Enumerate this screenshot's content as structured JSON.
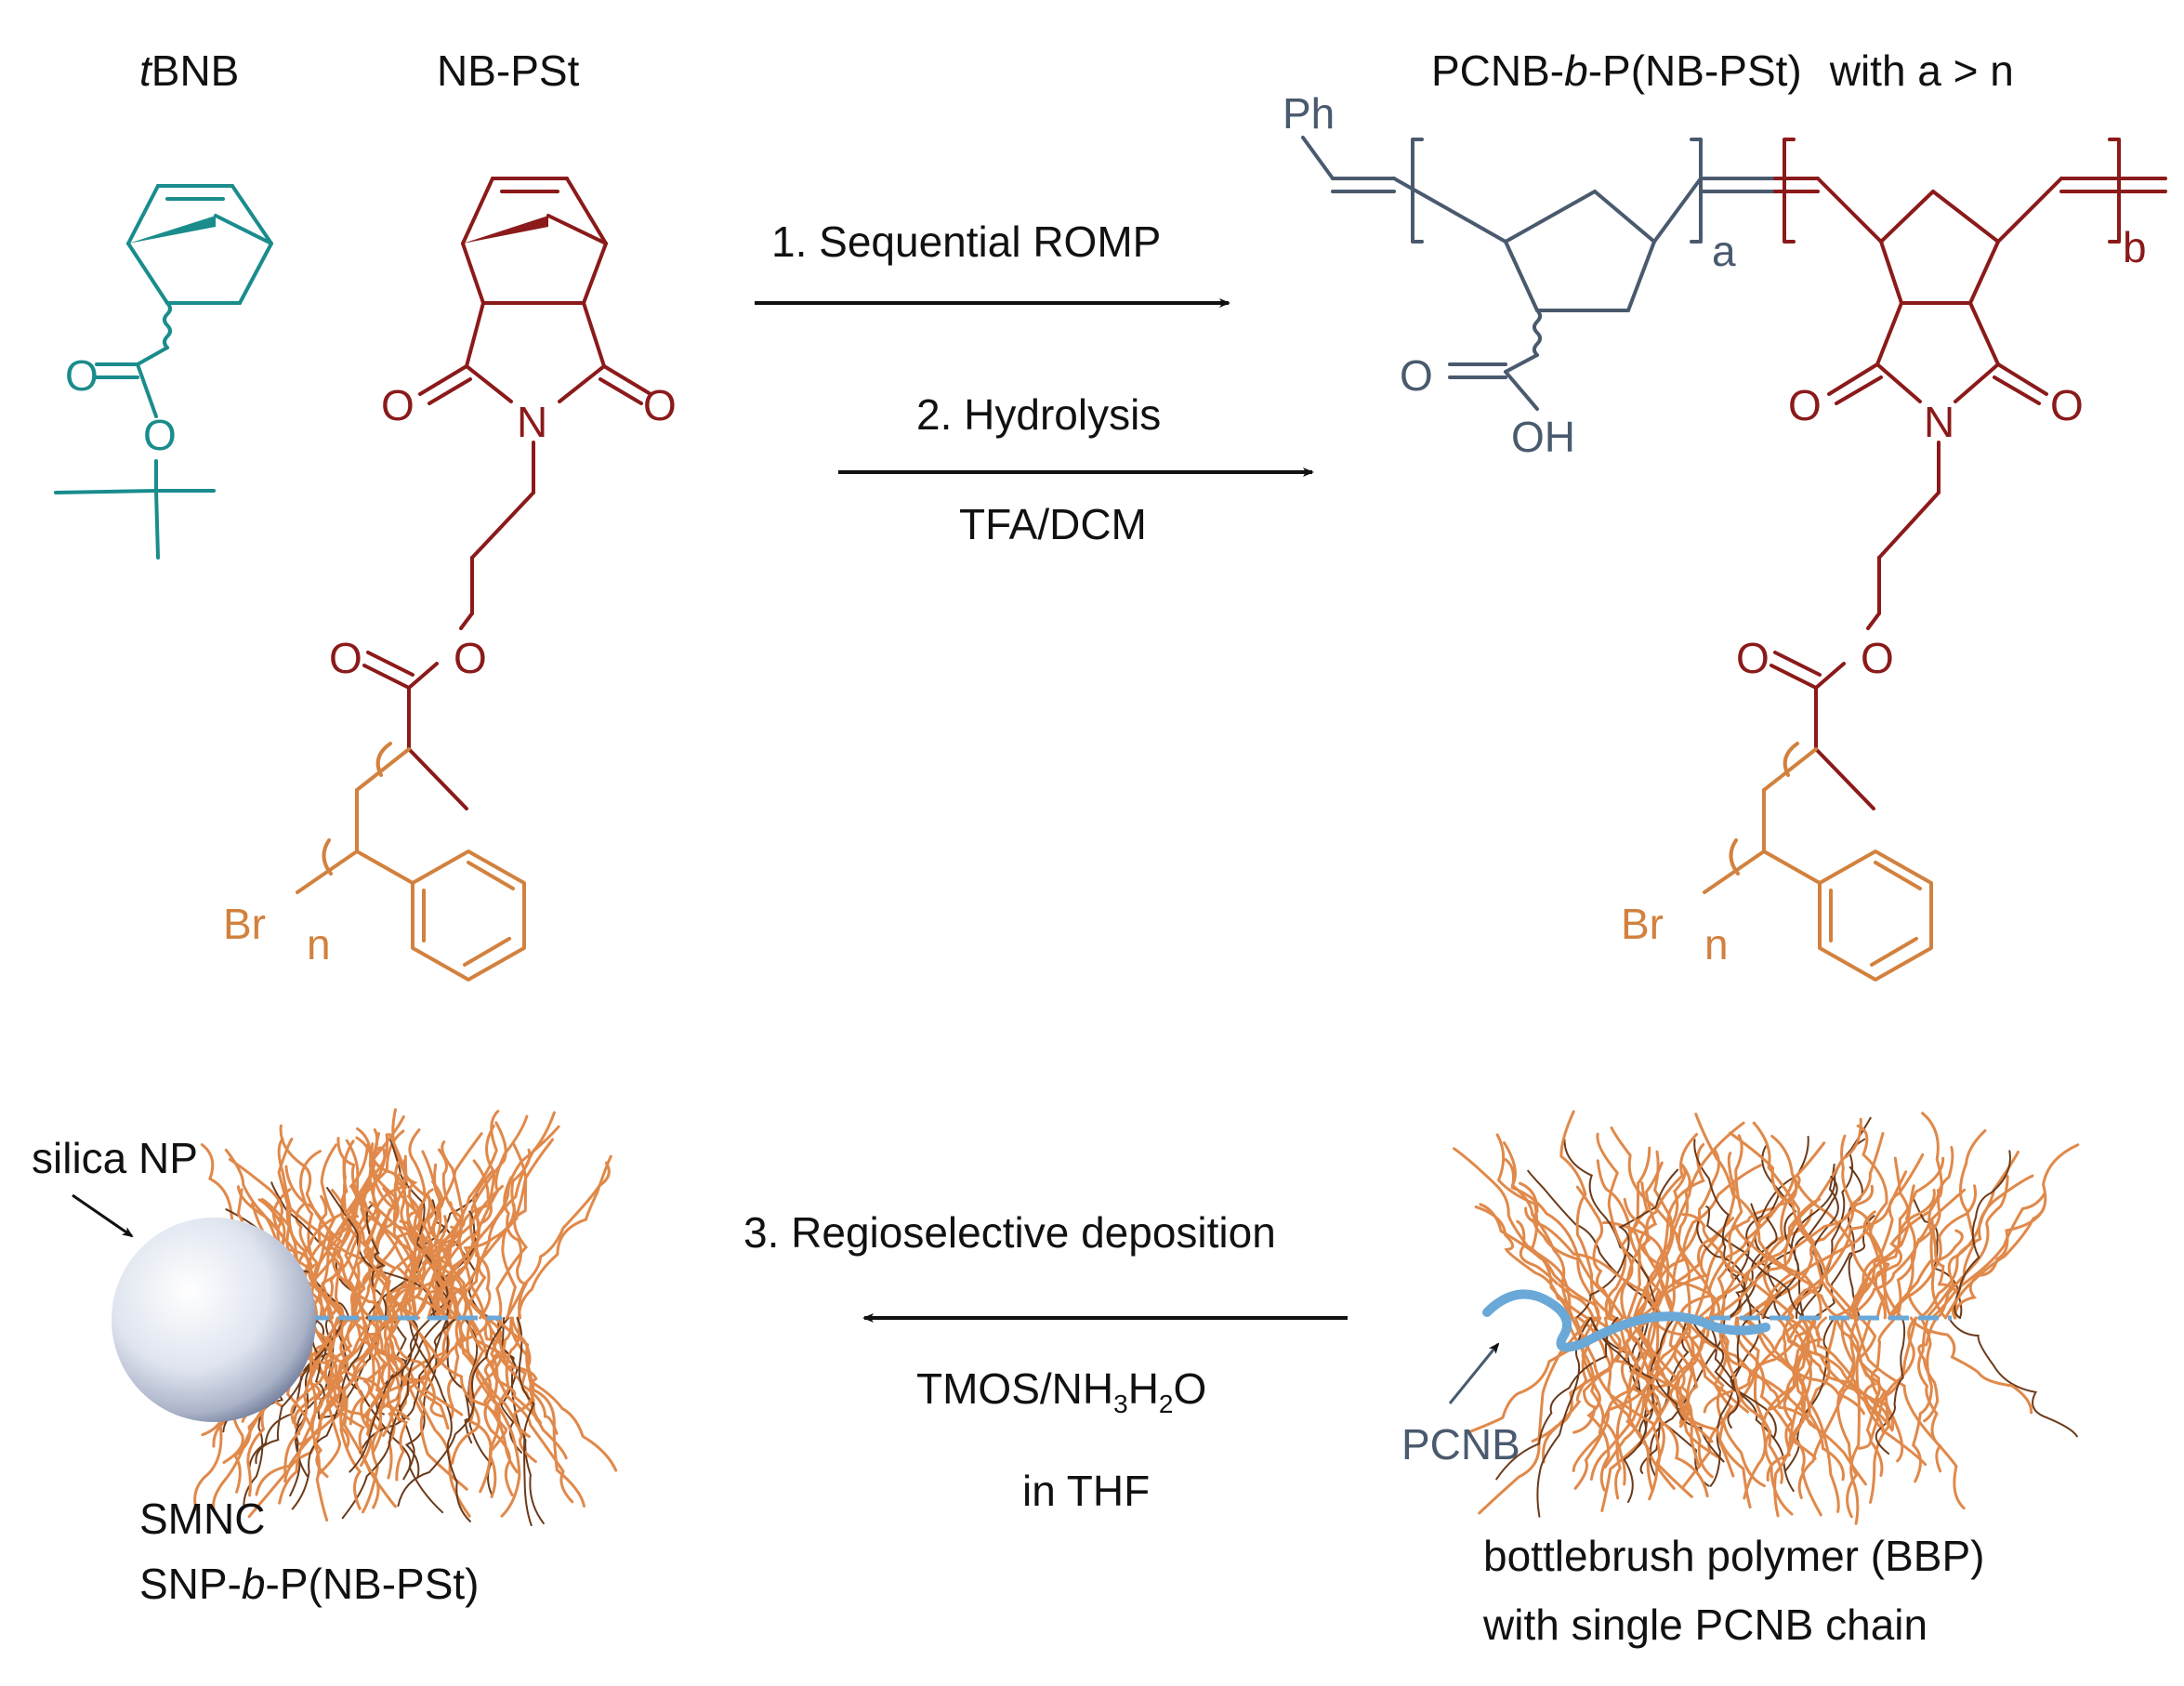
{
  "labels": {
    "tbnb_prefix": "t",
    "tbnb_rest": "BNB",
    "nbpst": "NB-PSt",
    "product_a": "PCNB-",
    "product_b": "b",
    "product_c": "-P(NB-PSt)",
    "product_cond": "with a > n",
    "ph": "Ph",
    "sub_a": "a",
    "sub_b": "b",
    "oh": "OH",
    "o": "O",
    "n_atom": "N",
    "br": "Br",
    "n_sub": "n"
  },
  "steps": {
    "step1": "1. Sequential ROMP",
    "step2": "2. Hydrolysis",
    "step2_cond": "TFA/DCM",
    "step3": "3. Regioselective deposition",
    "step3_cond_a": "TMOS/NH",
    "step3_cond_sub1": "3",
    "step3_cond_b": "H",
    "step3_cond_sub2": "2",
    "step3_cond_c": "O",
    "step3_cond2": "in THF"
  },
  "bottom": {
    "silica": "silica NP",
    "smnc": "SMNC",
    "snp_a": "SNP-",
    "snp_b": "b",
    "snp_c": "-P(NB-PSt)",
    "pcnb": "PCNB",
    "bbp1": "bottlebrush polymer (BBP)",
    "bbp2": "with single PCNB chain"
  },
  "colors": {
    "teal": "#1a8c8c",
    "red": "#8b1a1a",
    "orange": "#d2813e",
    "slate": "#4a5a6e",
    "brush": "#e0894a",
    "brush_dark": "#6b3a1a",
    "blue": "#6aa8d8"
  }
}
